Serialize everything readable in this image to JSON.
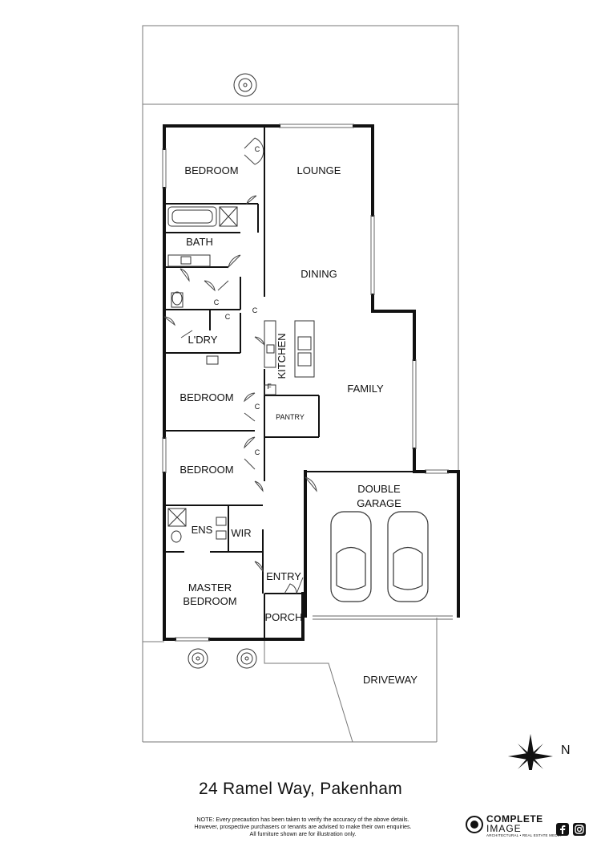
{
  "rooms": {
    "bedroom_1": "BEDROOM",
    "lounge": "LOUNGE",
    "bath": "BATH",
    "dining": "DINING",
    "laundry": "L'DRY",
    "kitchen": "KITCHEN",
    "family": "FAMILY",
    "bedroom_2": "BEDROOM",
    "pantry": "PANTRY",
    "bedroom_3": "BEDROOM",
    "double_garage_line1": "DOUBLE",
    "double_garage_line2": "GARAGE",
    "ensuite": "ENS",
    "wir": "WIR",
    "entry": "ENTRY",
    "master_line1": "MASTER",
    "master_line2": "BEDROOM",
    "porch": "PORCH",
    "driveway": "DRIVEWAY"
  },
  "labels": {
    "cupboard": "C",
    "fridge": "F"
  },
  "compass": {
    "north_label": "N"
  },
  "footer": {
    "address": "24 Ramel Way, Pakenham",
    "note_line1": "NOTE: Every precaution has been taken to verify the accuracy of the above details.",
    "note_line2": "However, prospective purchasers or tenants are advised to make their own enquiries.",
    "note_line3": "All furniture shown are for illustration only."
  },
  "brand": {
    "name_line1": "COMPLETE",
    "name_line2": "IMAGE",
    "tagline": "ARCHITECTURAL • REAL ESTATE MEDIA"
  },
  "colors": {
    "wall": "#111111",
    "line": "#555555",
    "background": "#ffffff"
  },
  "icons": [
    "tree-icon",
    "car-icon",
    "compass-rose-icon",
    "facebook-icon",
    "instagram-icon",
    "complete-image-logo-icon"
  ]
}
